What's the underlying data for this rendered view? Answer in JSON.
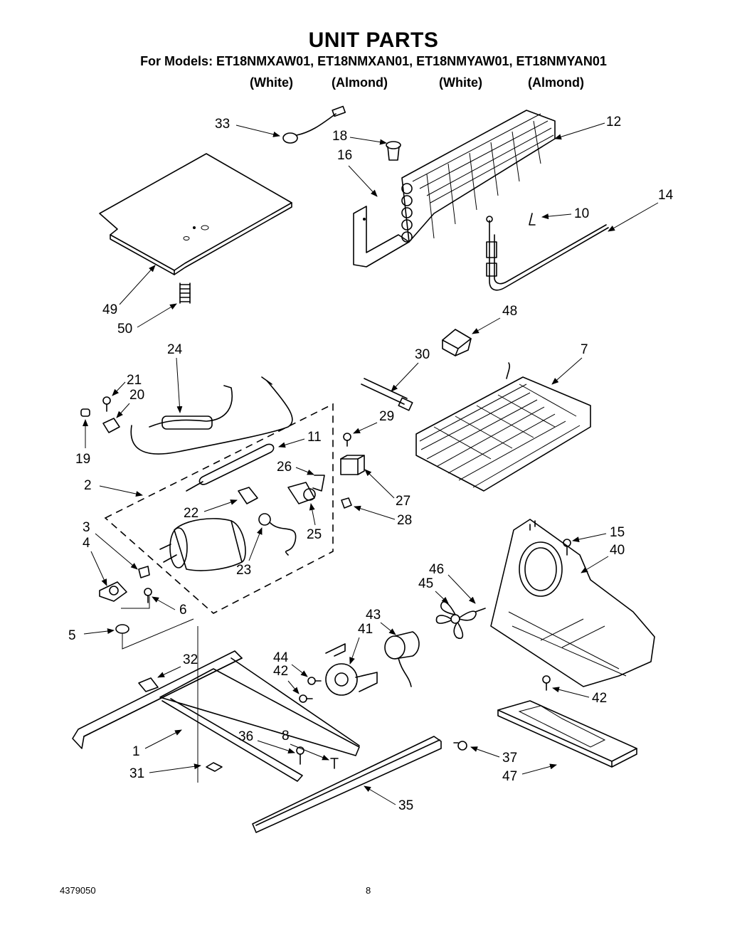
{
  "header": {
    "title": "UNIT PARTS",
    "models": "For Models: ET18NMXAW01, ET18NMXAN01, ET18NMYAW01, ET18NMYAN01",
    "colors": [
      "(White)",
      "(Almond)",
      "(White)",
      "(Almond)"
    ]
  },
  "callouts": [
    {
      "label": "33"
    },
    {
      "label": "18"
    },
    {
      "label": "16"
    },
    {
      "label": "12"
    },
    {
      "label": "14"
    },
    {
      "label": "10"
    },
    {
      "label": "49"
    },
    {
      "label": "50"
    },
    {
      "label": "48"
    },
    {
      "label": "24"
    },
    {
      "label": "30"
    },
    {
      "label": "7"
    },
    {
      "label": "21"
    },
    {
      "label": "20"
    },
    {
      "label": "19"
    },
    {
      "label": "11"
    },
    {
      "label": "29"
    },
    {
      "label": "26"
    },
    {
      "label": "2"
    },
    {
      "label": "27"
    },
    {
      "label": "22"
    },
    {
      "label": "25"
    },
    {
      "label": "28"
    },
    {
      "label": "3"
    },
    {
      "label": "4"
    },
    {
      "label": "23"
    },
    {
      "label": "15"
    },
    {
      "label": "40"
    },
    {
      "label": "46"
    },
    {
      "label": "45"
    },
    {
      "label": "6"
    },
    {
      "label": "5"
    },
    {
      "label": "43"
    },
    {
      "label": "41"
    },
    {
      "label": "32"
    },
    {
      "label": "44"
    },
    {
      "label": "42"
    },
    {
      "label": "42"
    },
    {
      "label": "36"
    },
    {
      "label": "8"
    },
    {
      "label": "1"
    },
    {
      "label": "37"
    },
    {
      "label": "31"
    },
    {
      "label": "47"
    },
    {
      "label": "35"
    }
  ],
  "footer": {
    "doc_number": "4379050",
    "page_number": "8"
  }
}
